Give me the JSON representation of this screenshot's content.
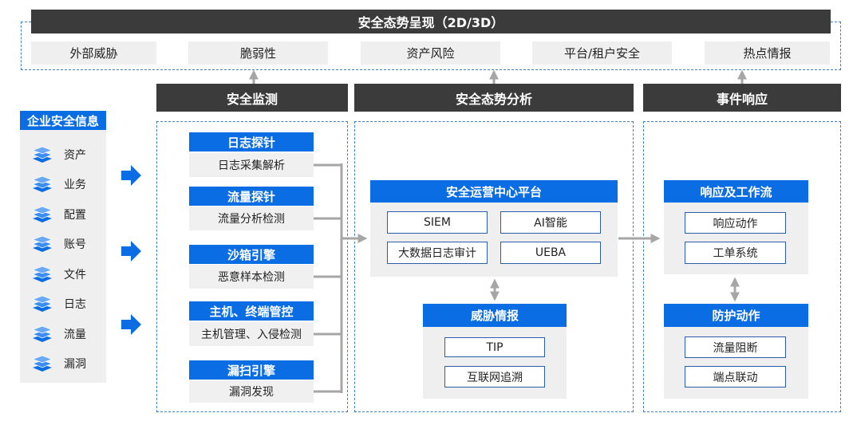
{
  "top": {
    "title": "安全态势呈现（2D/3D）",
    "items": [
      "外部威胁",
      "脆弱性",
      "资产风险",
      "平台/租户安全",
      "热点情报"
    ]
  },
  "columns": {
    "monitor": "安全监测",
    "analysis": "安全态势分析",
    "response": "事件响应"
  },
  "enterprise": {
    "title": "企业安全信息",
    "items": [
      "资产",
      "业务",
      "配置",
      "账号",
      "文件",
      "日志",
      "流量",
      "漏洞"
    ],
    "icon": "layers-icon"
  },
  "probes": [
    {
      "title": "日志探针",
      "desc": "日志采集解析"
    },
    {
      "title": "流量探针",
      "desc": "流量分析检测"
    },
    {
      "title": "沙箱引擎",
      "desc": "恶意样本检测"
    },
    {
      "title": "主机、终端管控",
      "desc": "主机管理、入侵检测"
    },
    {
      "title": "漏扫引擎",
      "desc": "漏洞发现"
    }
  ],
  "soc": {
    "title": "安全运营中心平台",
    "items": [
      "SIEM",
      "AI智能",
      "大数据日志审计",
      "UEBA"
    ]
  },
  "threat_intel": {
    "title": "威胁情报",
    "items": [
      "TIP",
      "互联网追溯"
    ]
  },
  "response_flow": {
    "title": "响应及工作流",
    "items": [
      "响应动作",
      "工单系统"
    ]
  },
  "protection": {
    "title": "防护动作",
    "items": [
      "流量阻断",
      "端点联动"
    ]
  },
  "colors": {
    "accent": "#0a6de4",
    "dark": "#3b3b3b",
    "connector": "#a6a6a6",
    "dashed": "#3d7fc1"
  }
}
